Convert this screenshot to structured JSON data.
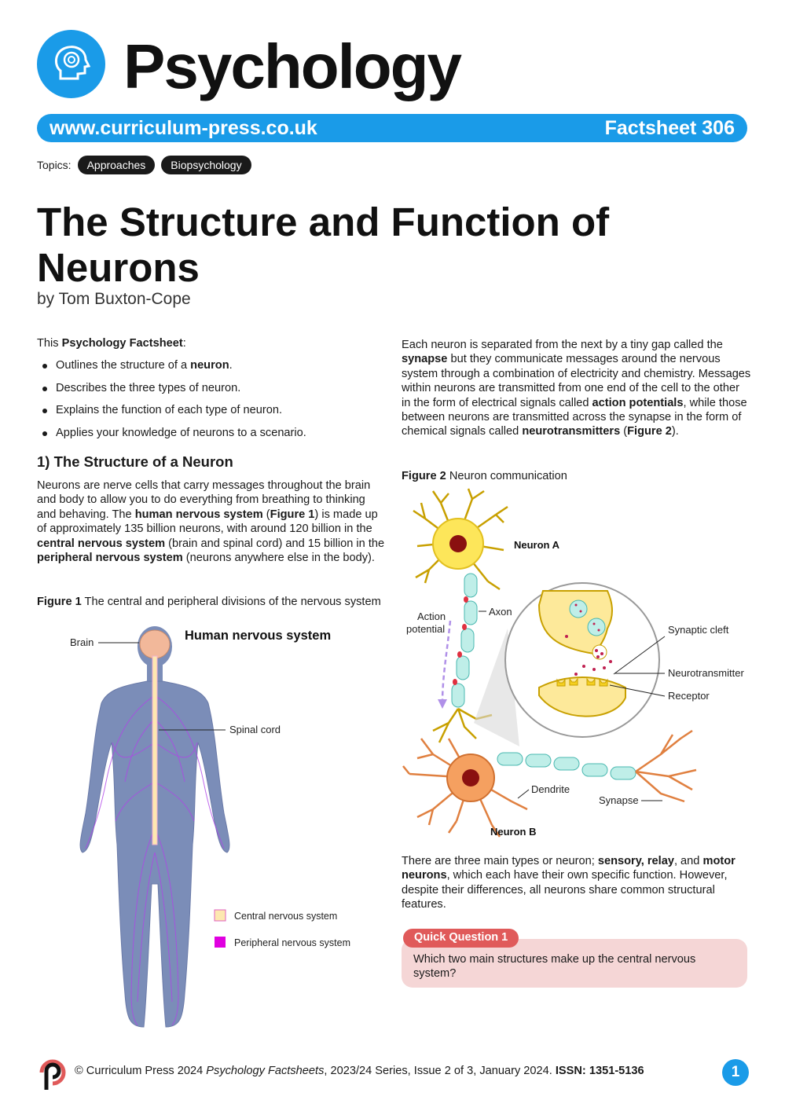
{
  "header": {
    "brand": "Psychology",
    "url": "www.curriculum-press.co.uk",
    "factsheet": "Factsheet 306",
    "topics_label": "Topics:",
    "topics": [
      "Approaches",
      "Biopsychology"
    ]
  },
  "article": {
    "title": "The Structure and Function of Neurons",
    "byline": "by Tom Buxton-Cope"
  },
  "intro": {
    "lead_pre": "This ",
    "lead_bold": "Psychology Factsheet",
    "lead_post": ":",
    "bullets": [
      {
        "pre": "Outlines the structure of a ",
        "bold": "neuron",
        "post": "."
      },
      {
        "pre": "Describes the three types of neuron.",
        "bold": "",
        "post": ""
      },
      {
        "pre": "Explains the function of each type of neuron.",
        "bold": "",
        "post": ""
      },
      {
        "pre": "Applies your knowledge of neurons to a scenario.",
        "bold": "",
        "post": ""
      }
    ]
  },
  "section1": {
    "heading": "1) The Structure of a Neuron",
    "p1": "Neurons are nerve cells that carry messages throughout the brain and body to allow you to do everything from breathing to thinking and behaving. The ",
    "p1_b1": "human nervous system",
    "p1_m1": " (",
    "p1_b2": "Figure 1",
    "p1_m2": ") is made up of approximately 135 billion neurons, with around 120 billion in the ",
    "p1_b3": "central nervous system",
    "p1_m3": " (brain and spinal cord) and 15 billion in the ",
    "p1_b4": "peripheral nervous system",
    "p1_m4": " (neurons anywhere else in the body)."
  },
  "figure1": {
    "label": "Figure 1",
    "caption": " The central and peripheral divisions of the nervous system",
    "heading": "Human nervous system",
    "brain": "Brain",
    "spinal_cord": "Spinal cord",
    "legend_cns": "Central nervous system",
    "legend_pns": "Peripheral nervous system",
    "cns_color": "#fde8b0",
    "pns_color": "#e000e0"
  },
  "right": {
    "p1_a": "Each neuron is separated from the next by a tiny gap called the ",
    "p1_b1": "synapse",
    "p1_c": " but they communicate messages around the nervous system through a combination of electricity and chemistry. Messages within neurons are transmitted from one end of the cell to the other in the form of electrical signals called ",
    "p1_b2": "action potentials",
    "p1_d": ", while those between neurons are transmitted across the synapse in the form of chemical signals called ",
    "p1_b3": "neurotransmitters",
    "p1_e": " (",
    "p1_b4": "Figure 2",
    "p1_f": ")."
  },
  "figure2": {
    "label": "Figure 2",
    "caption": " Neuron communication",
    "neuron_a": "Neuron A",
    "neuron_b": "Neuron B",
    "axon": "Axon",
    "action1": "Action",
    "action2": "potential",
    "cleft": "Synaptic cleft",
    "neurotransmitter": "Neurotransmitter",
    "receptor": "Receptor",
    "dendrite": "Dendrite",
    "synapse": "Synapse"
  },
  "right2": {
    "a": "There are three main types or neuron; ",
    "b1": "sensory, relay",
    "c": ", and ",
    "b2": "motor neurons",
    "d": ", which each have their own specific function. However, despite their differences, all neurons share common structural features."
  },
  "quick_question": {
    "tag": "Quick Question 1",
    "text": "Which two main structures make up the central nervous system?"
  },
  "footer": {
    "copy": "© Curriculum Press 2024 ",
    "series": "Psychology Factsheets",
    "rest": ", 2023/24 Series, Issue 2 of 3, January 2024. ",
    "issn": "ISSN: 1351-5136",
    "page": "1"
  },
  "colors": {
    "brand_blue": "#1a9be8",
    "quick_red": "#e05a5a",
    "quick_bg": "#f5d6d6"
  }
}
